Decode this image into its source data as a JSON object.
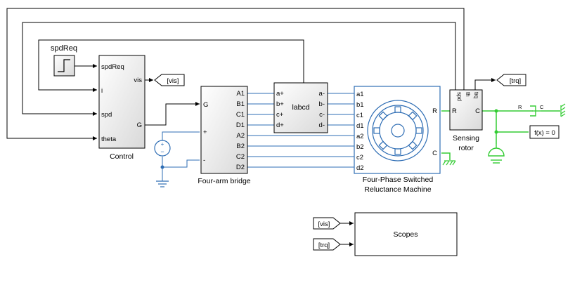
{
  "blocks": {
    "spdReq_step": {
      "name": "spdReq"
    },
    "control": {
      "name": "Control",
      "inputs": [
        "spdReq",
        "i",
        "spd",
        "theta"
      ],
      "outputs": [
        "vis",
        "G"
      ]
    },
    "bridge": {
      "name": "Four-arm bridge",
      "left_ports": [
        "G",
        "+",
        "-"
      ],
      "right_ports": [
        "A1",
        "B1",
        "C1",
        "D1",
        "A2",
        "B2",
        "C2",
        "D2"
      ]
    },
    "labcd": {
      "name": "labcd",
      "left_ports": [
        "a+",
        "b+",
        "c+",
        "d+"
      ],
      "right_ports": [
        "a-",
        "b-",
        "c-",
        "d-"
      ]
    },
    "machine": {
      "name_line1": "Four-Phase Switched",
      "name_line2": "Reluctance Machine",
      "left_ports": [
        "a1",
        "b1",
        "c1",
        "d1",
        "a2",
        "b2",
        "c2",
        "d2"
      ],
      "right_ports": [
        "R",
        "C"
      ]
    },
    "sensing": {
      "name_line1": "Sensing",
      "name_line2": "rotor",
      "top_ports": [
        "spd",
        "th",
        "trq"
      ],
      "left_port": "R",
      "right_port": "C"
    },
    "scopes": {
      "name": "Scopes"
    },
    "solver": {
      "label": "f(x) = 0"
    },
    "damper": {
      "port_r": "R",
      "port_c": "C"
    }
  },
  "tags": {
    "goto_vis": "[vis]",
    "goto_trq": "[trq]",
    "from_vis": "[vis]",
    "from_trq": "[trq]"
  },
  "colors": {
    "signal_wire": "#000000",
    "electrical_wire": "#2e6db4",
    "mechanical_wire": "#33cc33",
    "machine_accent": "#2e6db4"
  }
}
